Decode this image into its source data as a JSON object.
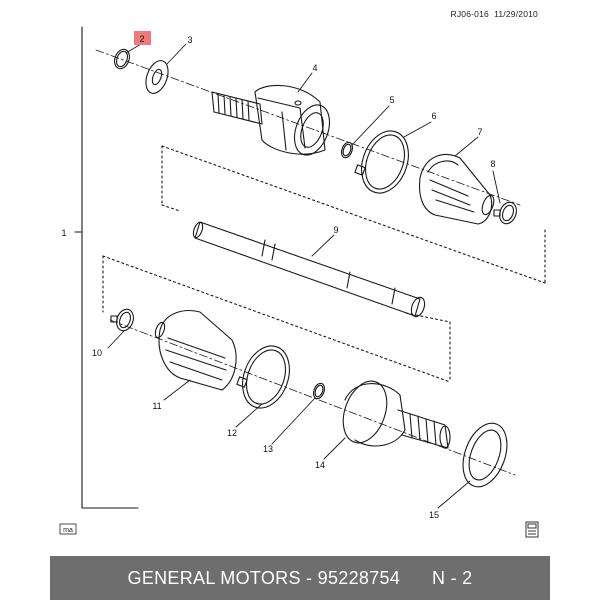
{
  "header": {
    "doc_id": "RJ06-016",
    "date": "11/29/2010"
  },
  "callouts": [
    {
      "n": "1"
    },
    {
      "n": "2",
      "highlighted": true
    },
    {
      "n": "3"
    },
    {
      "n": "4"
    },
    {
      "n": "5"
    },
    {
      "n": "6"
    },
    {
      "n": "7"
    },
    {
      "n": "8"
    },
    {
      "n": "9"
    },
    {
      "n": "10"
    },
    {
      "n": "11"
    },
    {
      "n": "12"
    },
    {
      "n": "13"
    },
    {
      "n": "14"
    },
    {
      "n": "15"
    }
  ],
  "corner_marks": {
    "left": "ma"
  },
  "footer": {
    "brand": "GENERAL MOTORS",
    "part_number": "95228754",
    "position": "N - 2"
  },
  "colors": {
    "highlight": "#f07a7a",
    "line": "#1a1a1a",
    "footer_bg": "#6e6e6e"
  }
}
